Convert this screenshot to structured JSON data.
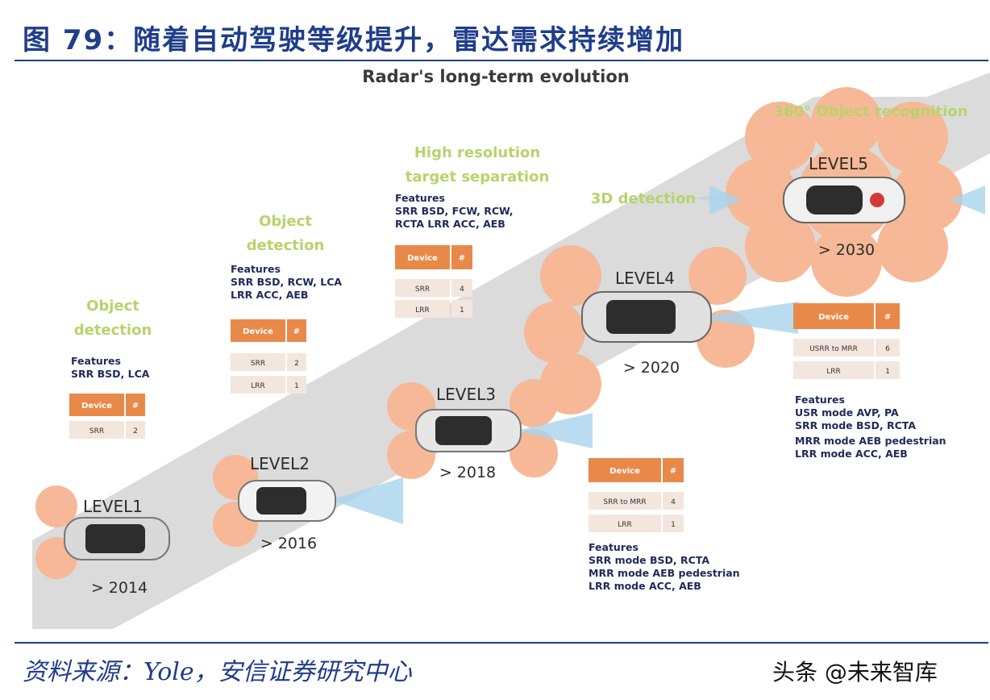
{
  "figure": {
    "title": "图 79：随着自动驾驶等级提升，雷达需求持续增加",
    "subtitle": "Radar's long-term evolution",
    "source": "资料来源：Yole，安信证券研究中心",
    "watermark": "头条 @未来智库"
  },
  "colors": {
    "title_blue": "#1f3d8a",
    "coverage_peach": "#f6b896",
    "road_gray": "#c9c9c9",
    "table_orange": "#e8894a",
    "stage_green": "#b7d36b",
    "beam_blue": "#a9d3ee"
  },
  "stages": [
    {
      "level": "LEVEL1",
      "year": "> 2014",
      "heading": [
        "Object",
        "detection"
      ],
      "features": [
        "Features",
        "SRR BSD, LCA"
      ],
      "table": {
        "header": [
          "Device",
          "#"
        ],
        "rows": [
          [
            "SRR",
            "2"
          ]
        ]
      }
    },
    {
      "level": "LEVEL2",
      "year": "> 2016",
      "heading": [
        "Object",
        "detection"
      ],
      "features": [
        "Features",
        "SRR BSD, RCW, LCA",
        "LRR ACC, AEB"
      ],
      "table": {
        "header": [
          "Device",
          "#"
        ],
        "rows": [
          [
            "SRR",
            "2"
          ],
          [
            "LRR",
            "1"
          ]
        ]
      }
    },
    {
      "level": "LEVEL3",
      "year": "> 2018",
      "heading": [
        "High resolution",
        "target separation"
      ],
      "features": [
        "Features",
        "SRR BSD, FCW, RCW,",
        "RCTA LRR ACC, AEB"
      ],
      "table": {
        "header": [
          "Device",
          "#"
        ],
        "rows": [
          [
            "SRR",
            "4"
          ],
          [
            "LRR",
            "1"
          ]
        ]
      }
    },
    {
      "level": "LEVEL4",
      "year": "> 2020",
      "heading": [
        "3D detection"
      ],
      "features": [
        "Features",
        "SRR mode BSD, RCTA",
        "MRR mode AEB pedestrian",
        "LRR mode ACC, AEB"
      ],
      "table": {
        "header": [
          "Device",
          "#"
        ],
        "rows": [
          [
            "SRR to MRR",
            "4"
          ],
          [
            "LRR",
            "1"
          ]
        ]
      }
    },
    {
      "level": "LEVEL5",
      "year": "> 2030",
      "heading": [
        "360° Object recognition"
      ],
      "features": [
        "Features",
        "USR mode AVP, PA",
        "SRR mode BSD, RCTA",
        "MRR mode AEB pedestrian",
        "LRR mode ACC, AEB"
      ],
      "table": {
        "header": [
          "Device",
          "#"
        ],
        "rows": [
          [
            "USRR to MRR",
            "6"
          ],
          [
            "LRR",
            "1"
          ]
        ]
      }
    }
  ]
}
